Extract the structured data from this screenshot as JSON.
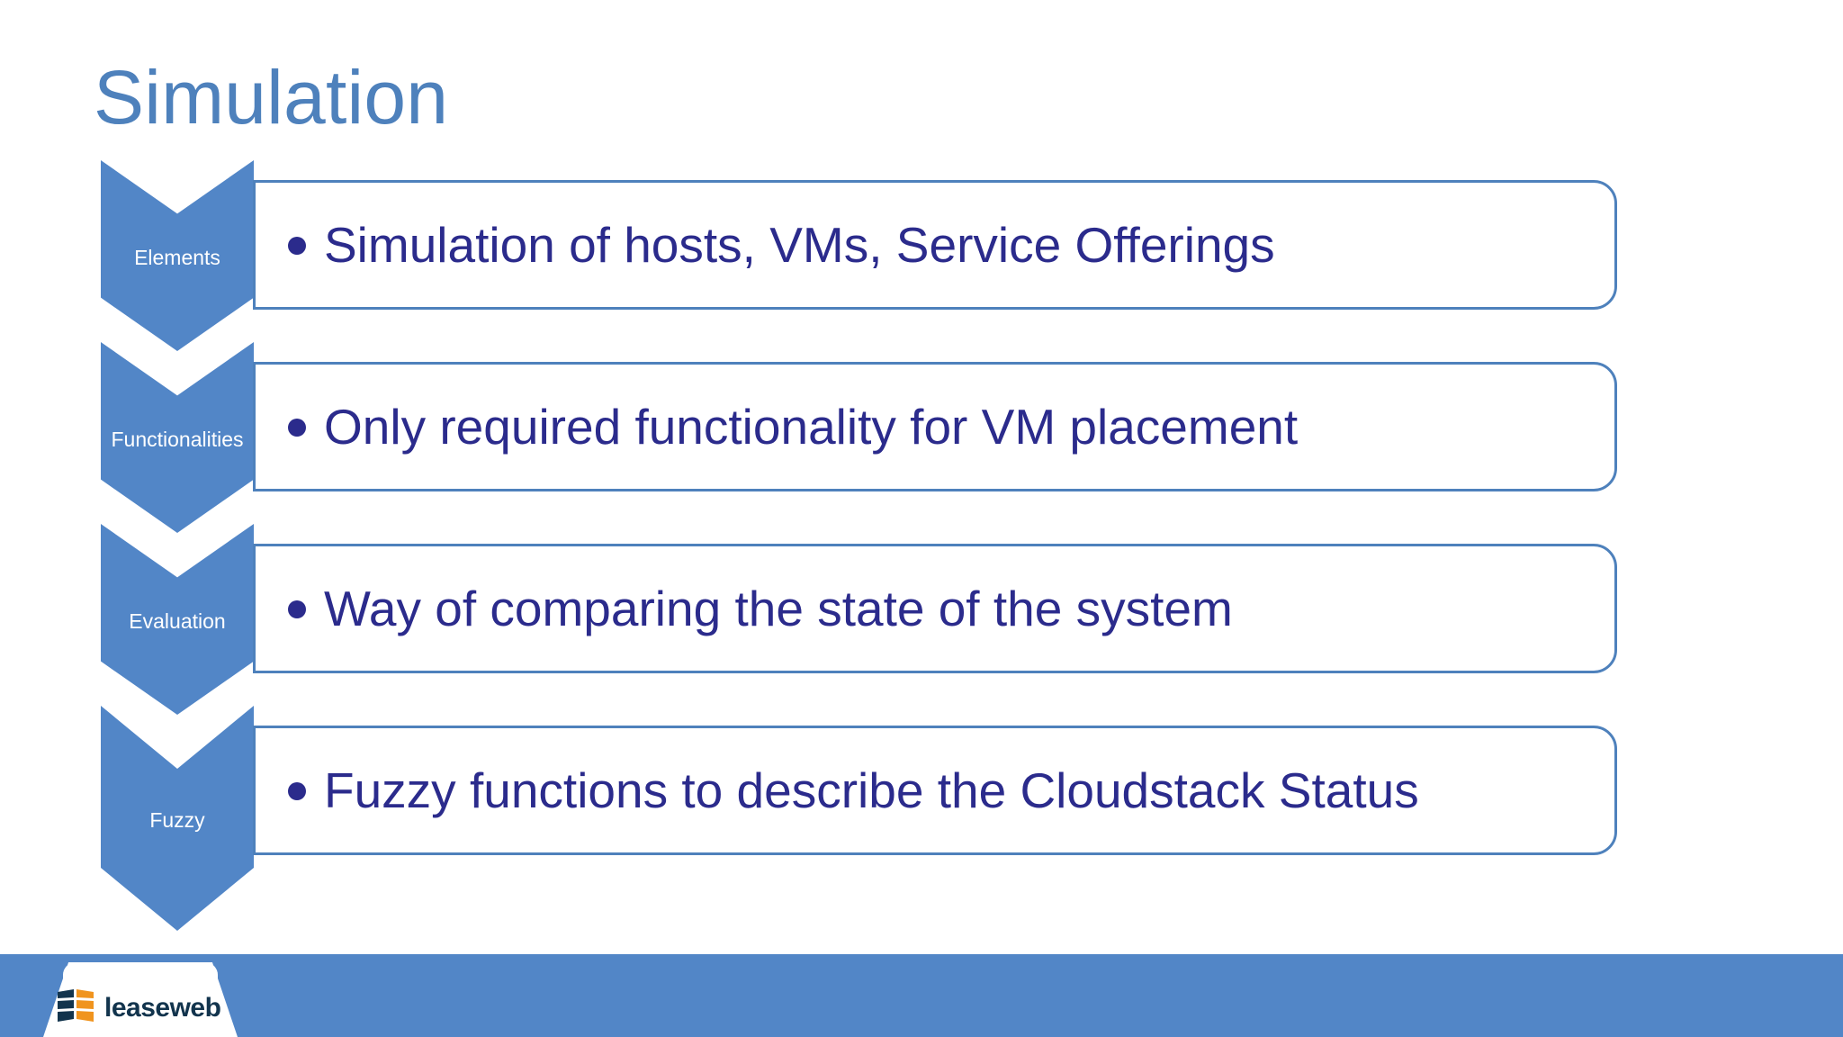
{
  "slide": {
    "title": "Simulation",
    "title_color": "#4E81BC",
    "background_color": "#FFFFFF"
  },
  "theme": {
    "accent_blue": "#5286C7",
    "border_blue": "#4E81BC",
    "body_text_navy": "#2B2B8C",
    "chevron_label_color": "#FFFFFF",
    "logo_navy": "#12344D",
    "logo_orange": "#F0941E"
  },
  "diagram": {
    "type": "vertical-chevron-process",
    "rows": [
      {
        "stage_label": "Elements",
        "bullet": "Simulation of hosts, VMs, Service Offerings"
      },
      {
        "stage_label": "Functionalities",
        "bullet": "Only required functionality for VM placement"
      },
      {
        "stage_label": "Evaluation",
        "bullet": "Way of comparing the state of the system"
      },
      {
        "stage_label": "Fuzzy",
        "bullet": "Fuzzy functions to describe the Cloudstack Status"
      }
    ]
  },
  "footer": {
    "logo_wordmark": "leaseweb",
    "bar_color": "#5286C7"
  }
}
